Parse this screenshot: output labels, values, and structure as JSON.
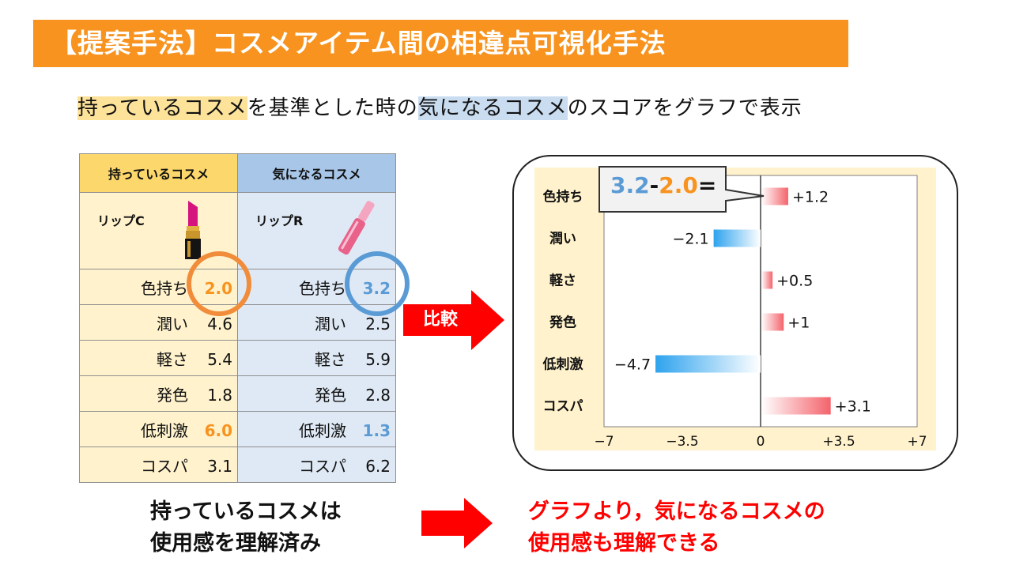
{
  "title": "【提案手法】コスメアイテム間の相違点可視化手法",
  "subtitle": {
    "owned": "持っているコスメ",
    "part1": "を基準とした時の",
    "interested": "気になるコスメ",
    "part2": "のスコアをグラフで表示"
  },
  "table": {
    "owned_header": "持っているコスメ",
    "interested_header": "気になるコスメ",
    "owned_product": "リップC",
    "interested_product": "リップR",
    "rows": [
      {
        "label": "色持ち",
        "owned": "2.0",
        "interested": "3.2"
      },
      {
        "label": "潤い",
        "owned": "4.6",
        "interested": "2.5"
      },
      {
        "label": "軽さ",
        "owned": "5.4",
        "interested": "5.9"
      },
      {
        "label": "発色",
        "owned": "1.8",
        "interested": "2.8"
      },
      {
        "label": "低刺激",
        "owned": "6.0",
        "interested": "1.3"
      },
      {
        "label": "コスパ",
        "owned": "3.1",
        "interested": "6.2"
      }
    ]
  },
  "compare_label": "比較",
  "callout": {
    "interested_value": "3.2",
    "minus": "-",
    "owned_value": "2.0",
    "equals": "="
  },
  "chart_data": {
    "type": "bar",
    "orientation": "horizontal",
    "categories": [
      "色持ち",
      "潤い",
      "軽さ",
      "発色",
      "低刺激",
      "コスパ"
    ],
    "values": [
      1.2,
      -2.1,
      0.5,
      1,
      -4.7,
      3.1
    ],
    "value_labels": [
      "+1.2",
      "−2.1",
      "+0.5",
      "+1",
      "−4.7",
      "+3.1"
    ],
    "xlim": [
      -7,
      7
    ],
    "x_ticks": [
      "−7",
      "−3.5",
      "0",
      "+3.5",
      "+7"
    ],
    "positive_color": "#f4636b",
    "negative_color": "#2ea3ee"
  },
  "bottom_left": {
    "line1": "持っているコスメは",
    "line2": "使用感を理解済み"
  },
  "bottom_right": {
    "line1": "グラフより，気になるコスメの",
    "line2": "使用感も理解できる"
  },
  "colors": {
    "orange": "#f7931e",
    "blue": "#5b9bd5",
    "red": "#ff0000"
  }
}
